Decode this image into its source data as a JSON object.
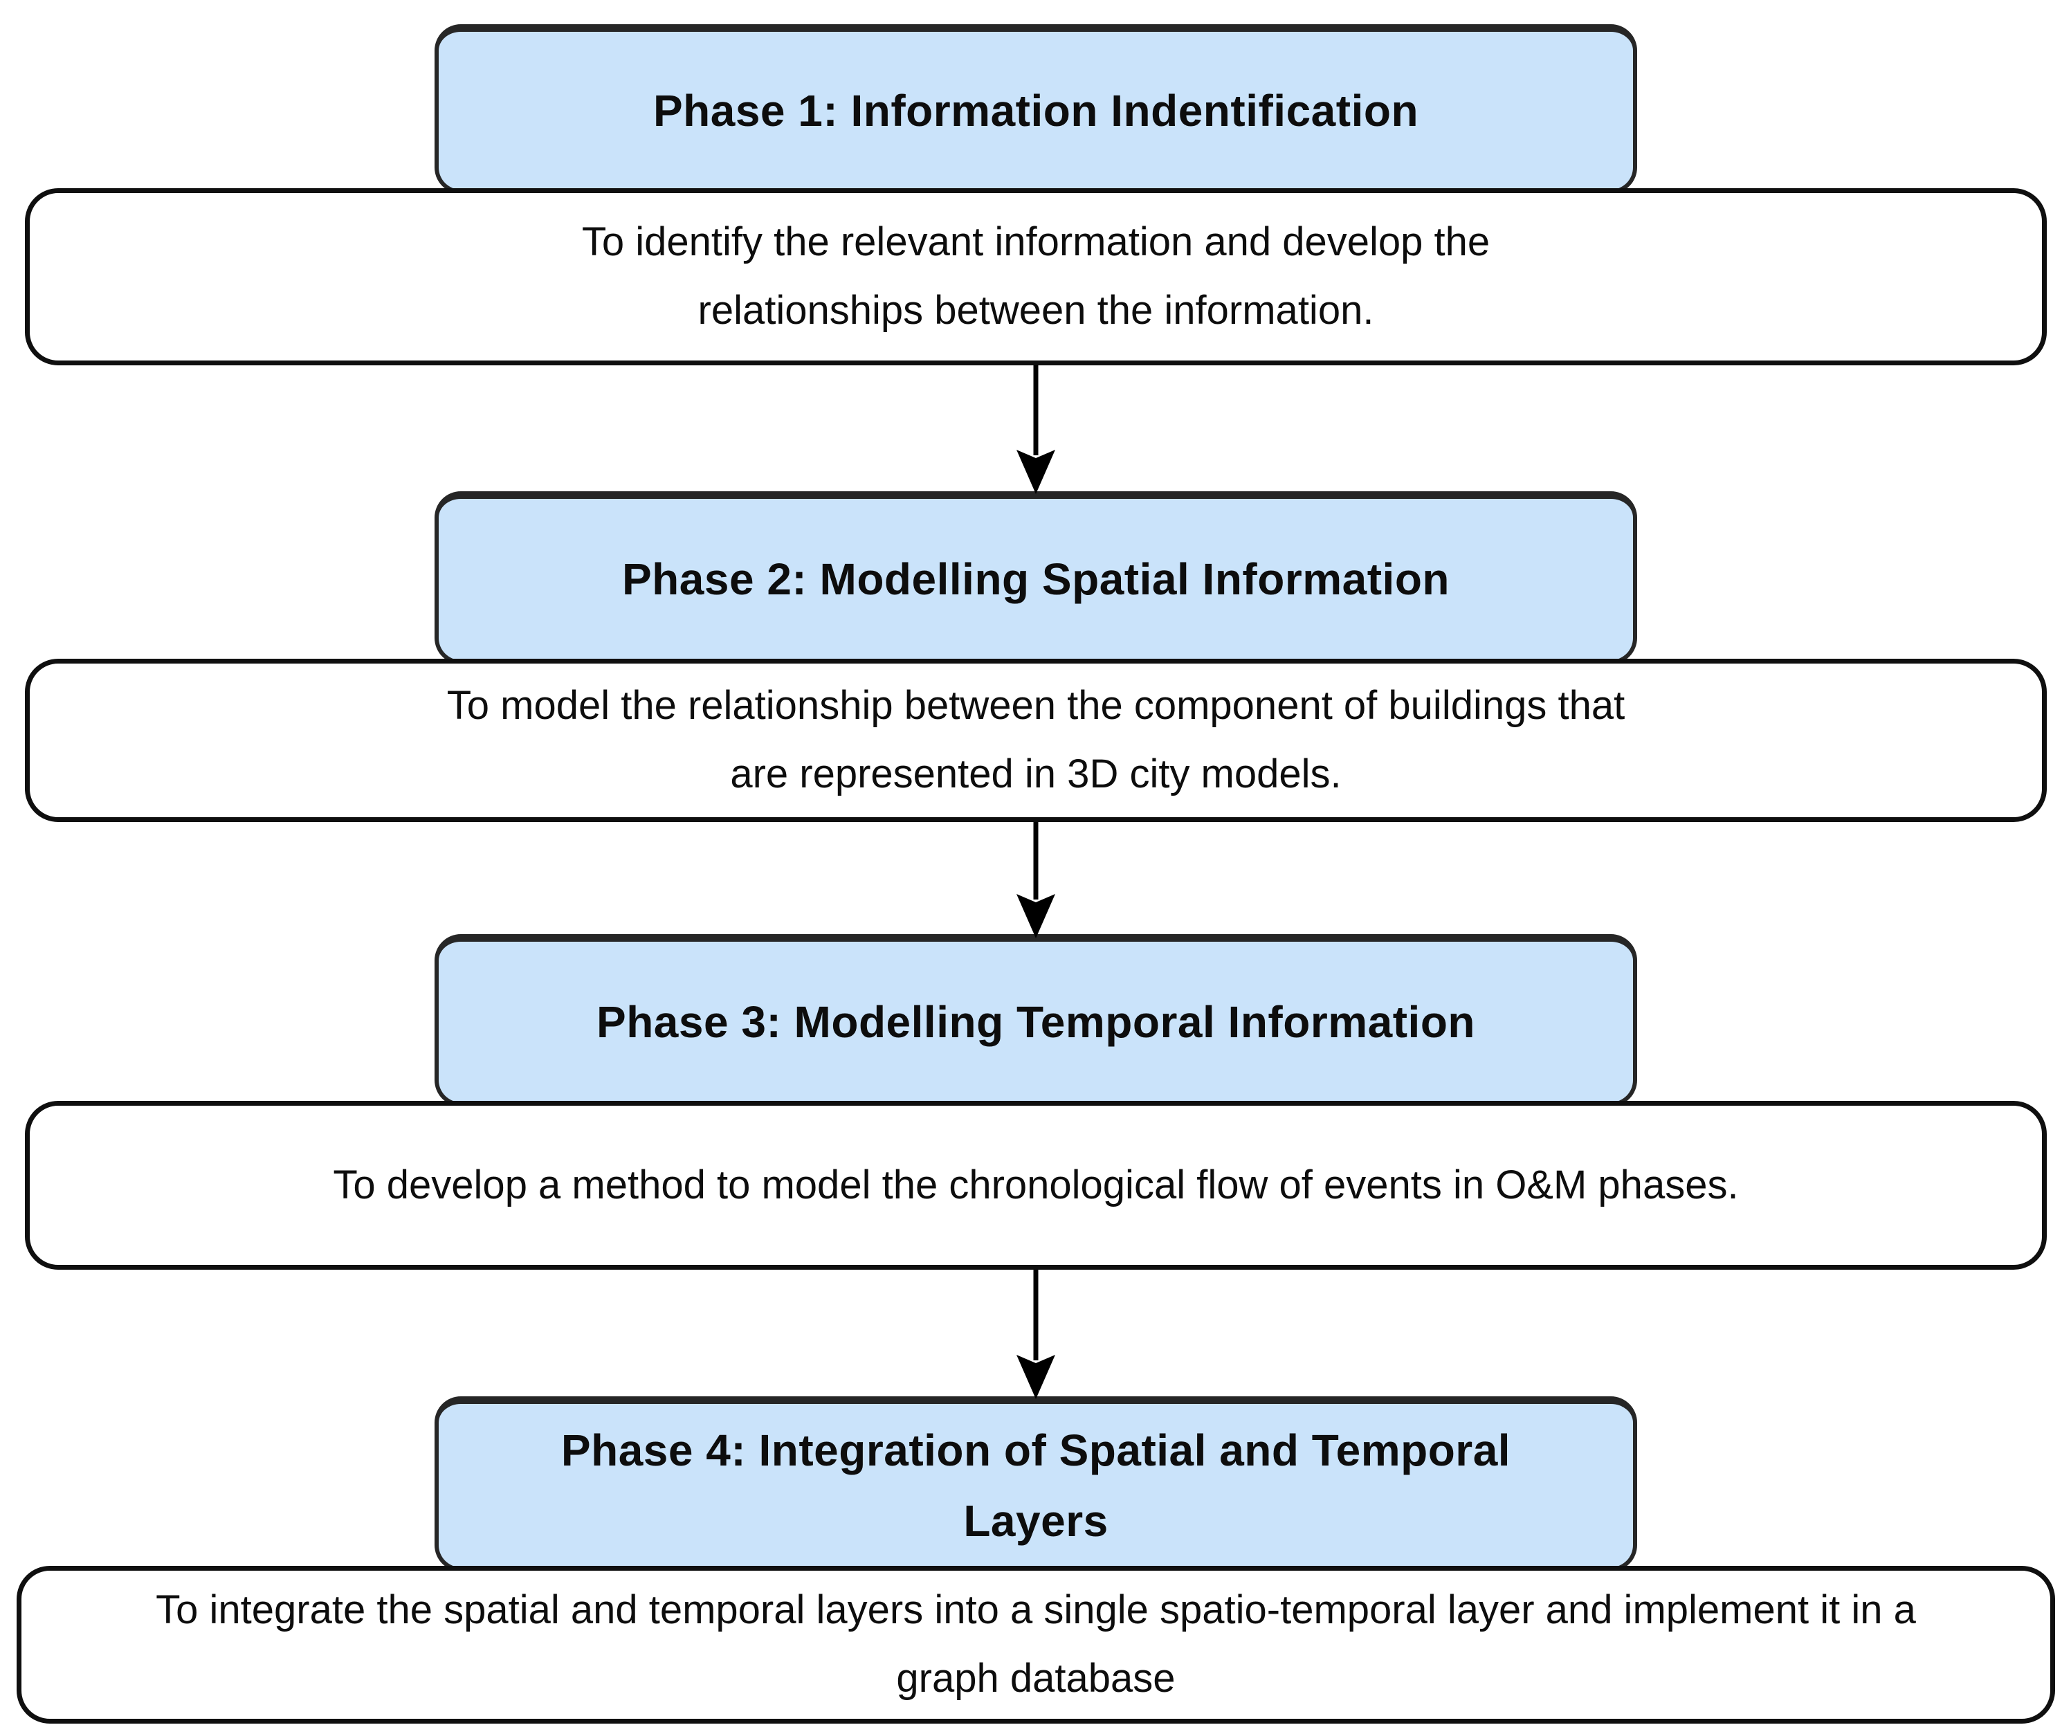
{
  "diagram": {
    "type": "flowchart",
    "direction": "top-down",
    "colors": {
      "phase_box_fill": "#cae3fa",
      "phase_box_border": "#262626",
      "description_box_fill": "#ffffff",
      "description_box_border": "#0f0f0f",
      "text": "#0d0d0d",
      "arrow": "#000000",
      "background": "#ffffff"
    },
    "phases": [
      {
        "title": "Phase 1: Information Indentification",
        "description": "To identify the relevant information and develop the\nrelationships between the information."
      },
      {
        "title": "Phase 2: Modelling Spatial Information",
        "description": "To model the relationship between the component of buildings that\nare represented in 3D city models."
      },
      {
        "title": "Phase 3: Modelling Temporal Information",
        "description": "To develop a method to model the chronological flow of events in O&M phases."
      },
      {
        "title": "Phase 4: Integration of Spatial and Temporal\nLayers",
        "description": "To integrate the spatial and temporal layers into a single spatio-temporal layer and implement it in a\ngraph database"
      }
    ],
    "connectors": [
      {
        "from": "phase-1",
        "to": "phase-2",
        "style": "arrow-down"
      },
      {
        "from": "phase-2",
        "to": "phase-3",
        "style": "arrow-down"
      },
      {
        "from": "phase-3",
        "to": "phase-4",
        "style": "arrow-down"
      }
    ]
  }
}
